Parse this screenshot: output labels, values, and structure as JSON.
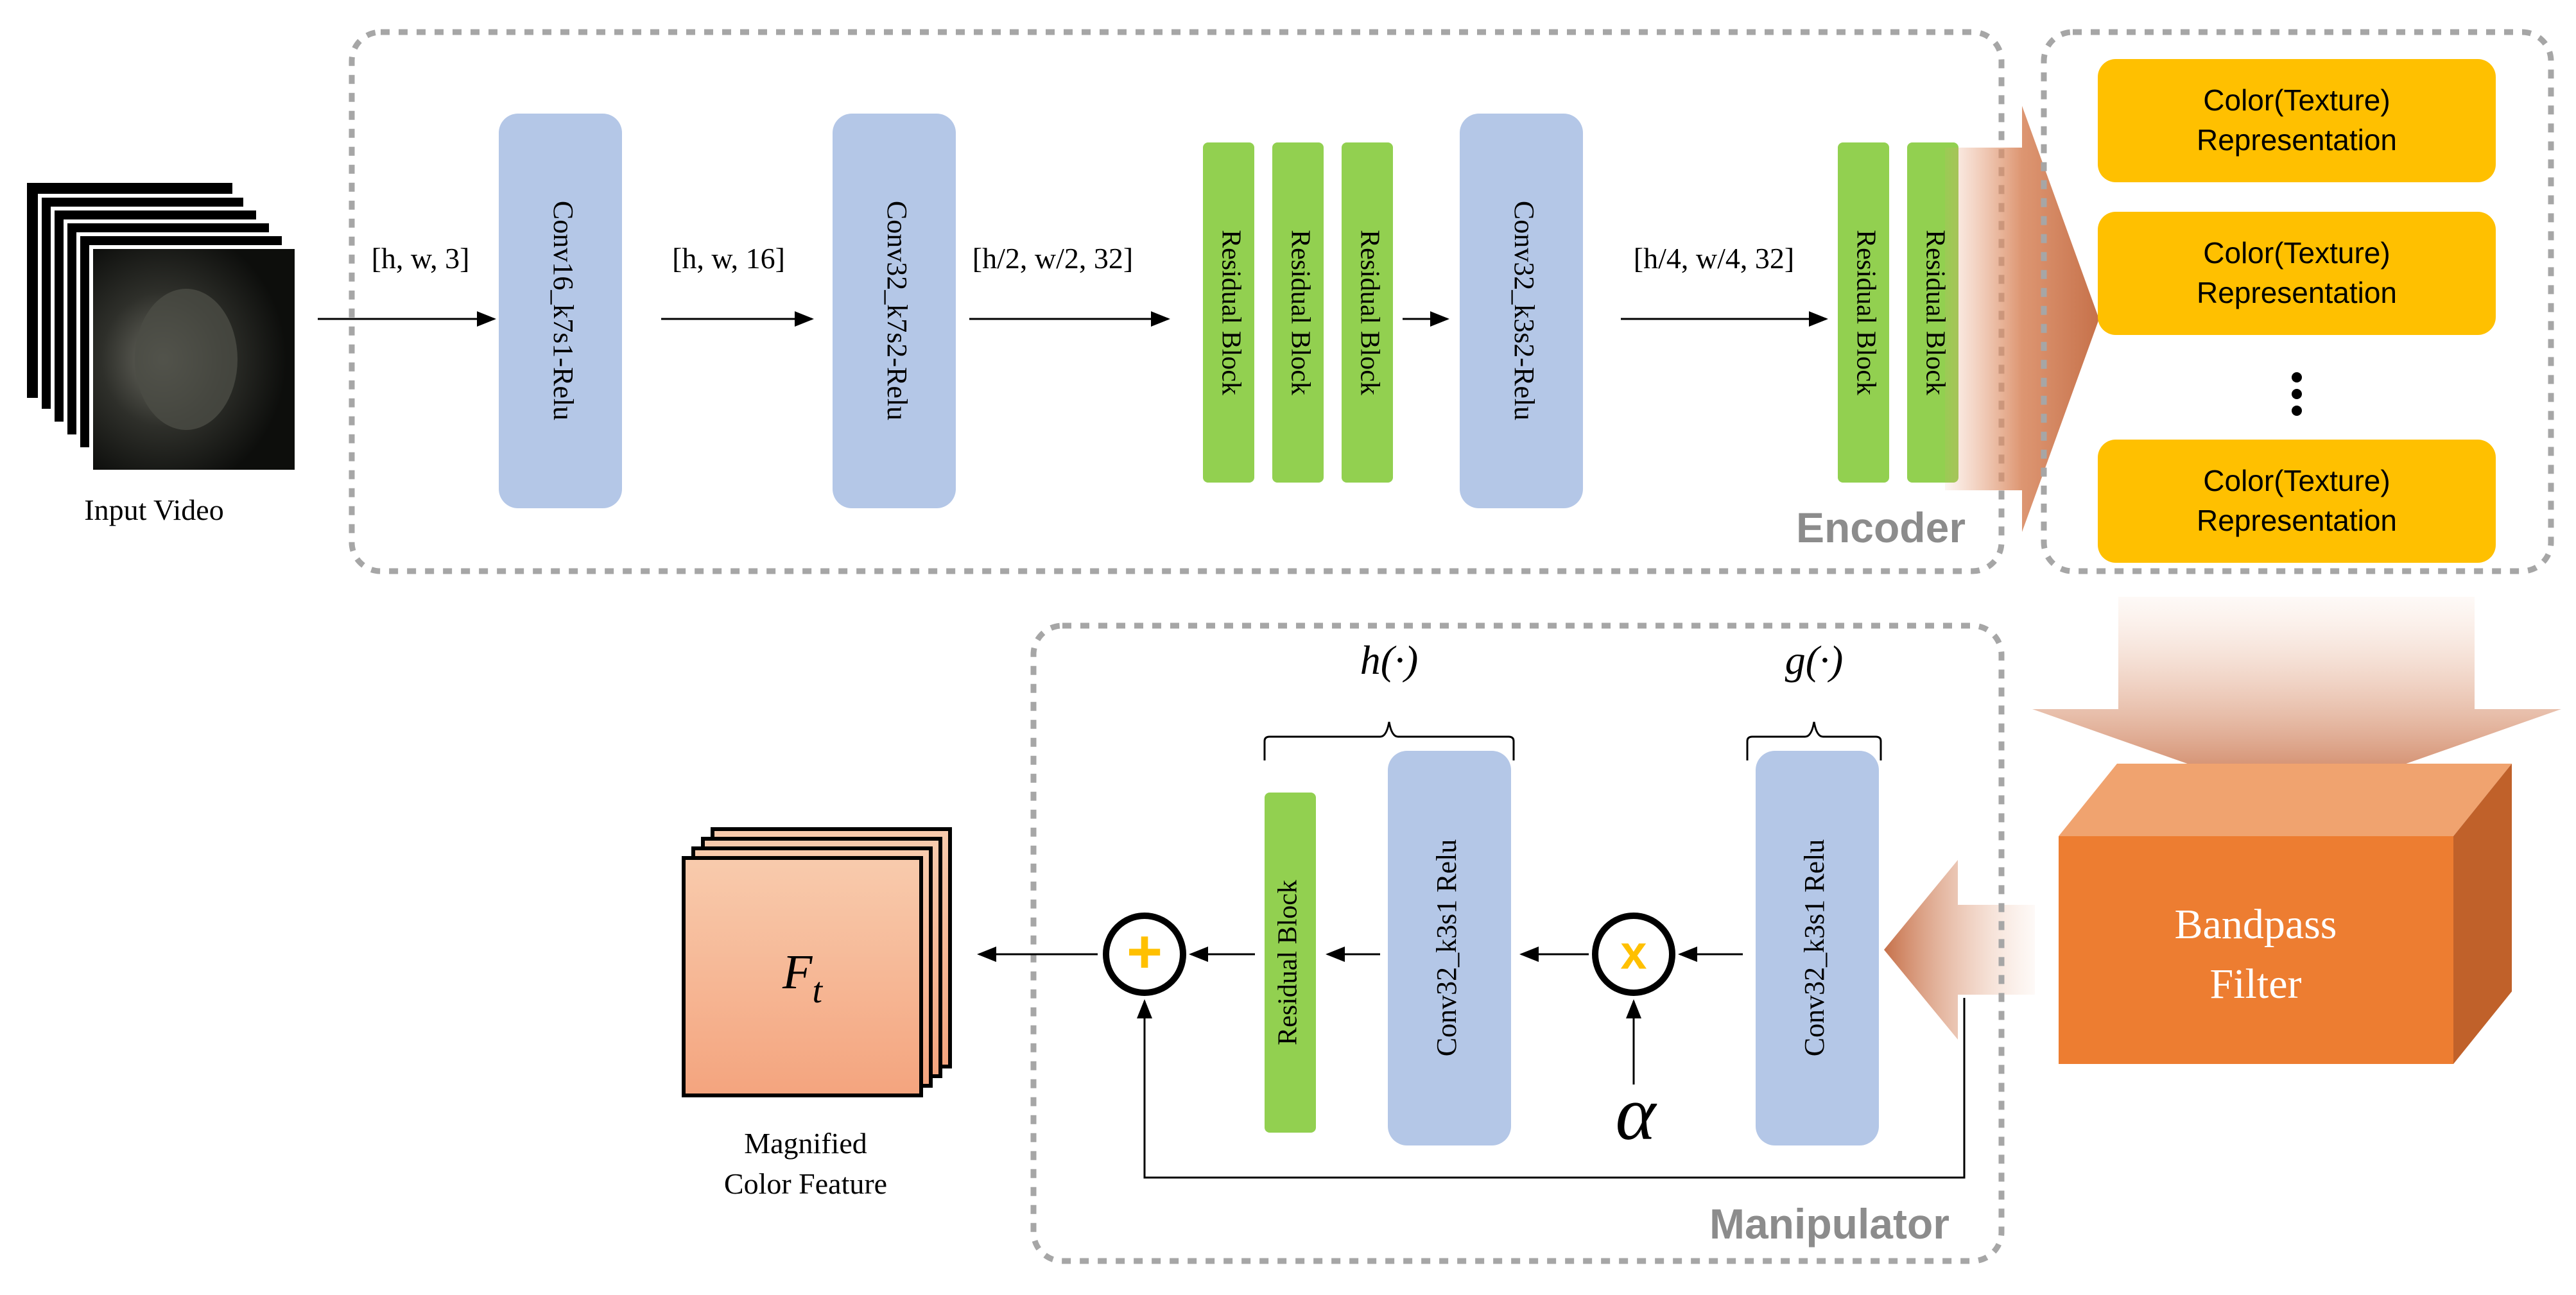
{
  "input": {
    "label": "Input Video"
  },
  "encoder": {
    "title": "Encoder",
    "shape_labels": [
      "[h, w, 3]",
      "[h, w, 16]",
      "[h/2, w/2, 32]",
      "[h/4, w/4, 32]"
    ],
    "conv_blocks": [
      "Conv16_k7s1-Relu",
      "Conv32_k7s2-Relu",
      "Conv32_k3s2-Relu"
    ],
    "residual_label": "Residual Block"
  },
  "representations": {
    "label_line1": "Color(Texture)",
    "label_line2": "Representation"
  },
  "bandpass": {
    "line1": "Bandpass",
    "line2": "Filter"
  },
  "manipulator": {
    "title": "Manipulator",
    "g_label": "g(·)",
    "h_label": "h(·)",
    "g_block": "Conv32_k3s1 Relu",
    "h_conv_block": "Conv32_k3s1 Relu",
    "h_residual_block": "Residual Block",
    "multiply_symbol": "x",
    "add_symbol": "+",
    "alpha": "α"
  },
  "output": {
    "feature_symbol": "F",
    "feature_subscript": "t",
    "label_line1": "Magnified",
    "label_line2": "Color Feature"
  },
  "colors": {
    "conv_blue": "#b4c7e7",
    "residual_green": "#92d050",
    "representation_yellow": "#ffc000",
    "bandpass_orange": "#ed7d31",
    "feature_salmon": "#f4b183",
    "dashed_gray": "#a6a6a6"
  }
}
